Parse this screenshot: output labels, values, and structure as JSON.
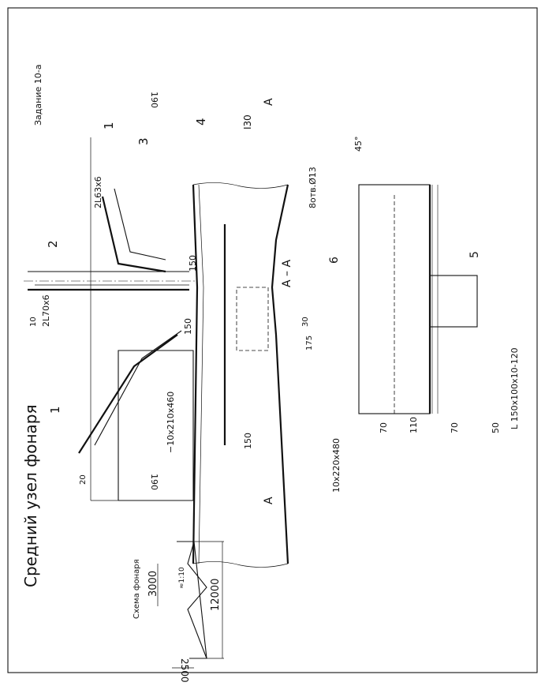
{
  "sheet": {
    "task": "Задание 10-а",
    "title": "Средний узел фонаря"
  },
  "scheme": {
    "title": "Схема фонаря",
    "dim_3000": "3000",
    "dim_12000": "12000",
    "dim_2500": "2500",
    "slope": "≈1:10"
  },
  "node": {
    "pos1_top": "1",
    "pos1_bottom": "1",
    "pos2": "2",
    "pos3": "3",
    "pos4": "4",
    "beam": "I30",
    "brace_angle": "2L63x6",
    "post_angle": "2L70x6",
    "gusset": "−10x210x460",
    "dim_190_top": "190",
    "dim_190_bottom": "190",
    "dim_150_a": "150",
    "dim_150_b": "150",
    "dim_150_c": "150",
    "dim_10": "10",
    "dim_20": "20",
    "section_mark_top": "A",
    "section_mark_bottom": "A"
  },
  "section": {
    "title": "A – A",
    "holes": "8отв.Ø13",
    "angle": "45°",
    "pos5": "5",
    "pos6": "6",
    "plate": "10x220x480",
    "angle_profile": "L 150x100x10-120",
    "dim_70_a": "70",
    "dim_110": "110",
    "dim_70_b": "70",
    "dim_50": "50",
    "dim_175": "175",
    "dim_30": "30"
  }
}
